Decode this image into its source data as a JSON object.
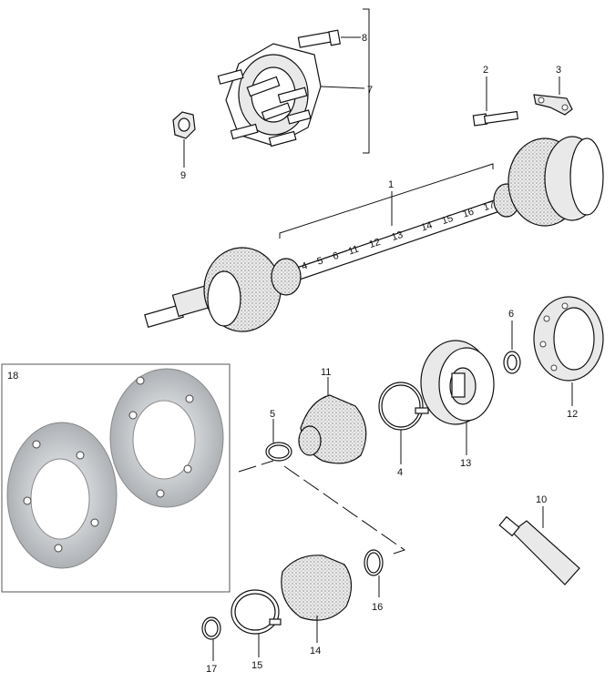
{
  "diagram": {
    "labels": {
      "p1": "1",
      "p2": "2",
      "p3": "3",
      "p4": "4",
      "p5": "5",
      "p6": "6",
      "p7": "7",
      "p8": "8",
      "p9": "9",
      "p10": "10",
      "p11": "11",
      "p12": "12",
      "p13": "13",
      "p14": "14",
      "p15": "15",
      "p16": "16",
      "p17": "17",
      "p18": "18"
    },
    "shaft_callouts": [
      "4",
      "5",
      "6",
      "11",
      "12",
      "13",
      "14",
      "15",
      "16",
      "17"
    ],
    "colors": {
      "line": "#111111",
      "spacer": "#b9bcc0",
      "background": "#ffffff"
    }
  }
}
